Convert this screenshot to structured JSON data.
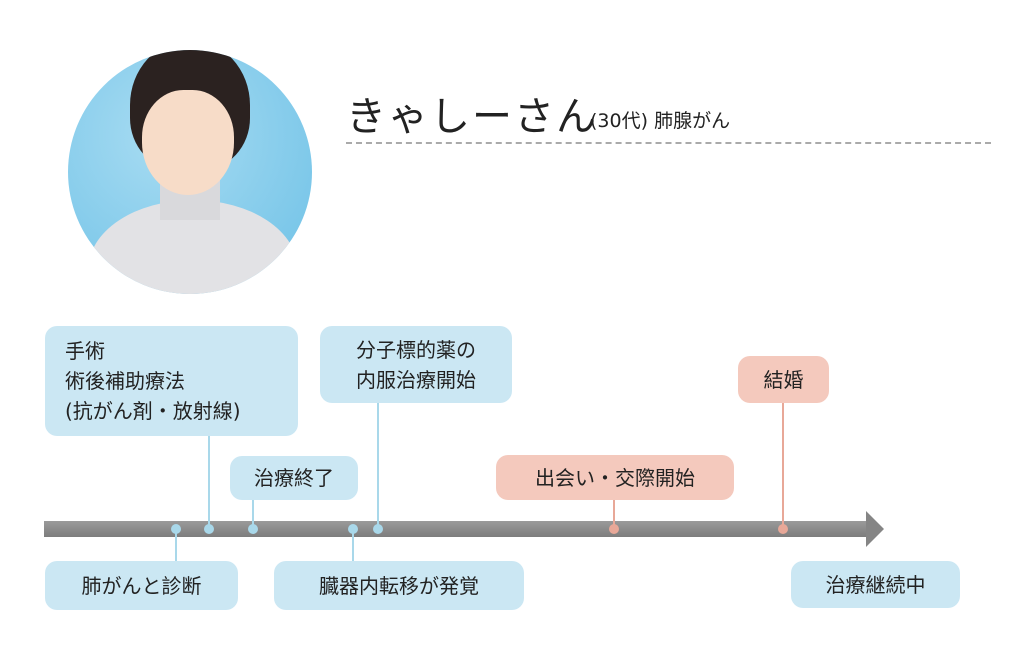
{
  "profile": {
    "name": "きゃしーさん",
    "age": "(30代)",
    "diagnosis": "肺腺がん"
  },
  "events_above": [
    {
      "lines": [
        "手術",
        "術後補助療法",
        "(抗がん剤・放射線)"
      ],
      "color": "blue"
    },
    {
      "lines": [
        "治療終了"
      ],
      "color": "blue"
    },
    {
      "lines": [
        "分子標的薬の",
        "内服治療開始"
      ],
      "color": "blue"
    },
    {
      "lines": [
        "出会い・交際開始"
      ],
      "color": "pink"
    },
    {
      "lines": [
        "結婚"
      ],
      "color": "pink"
    }
  ],
  "events_below": [
    {
      "lines": [
        "肺がんと診断"
      ],
      "color": "blue"
    },
    {
      "lines": [
        "臓器内転移が発覚"
      ],
      "color": "blue"
    },
    {
      "lines": [
        "治療継続中"
      ],
      "color": "blue"
    }
  ],
  "colors": {
    "blue": "#cbe7f3",
    "pink": "#f4c9bd",
    "bar": "#858585"
  }
}
